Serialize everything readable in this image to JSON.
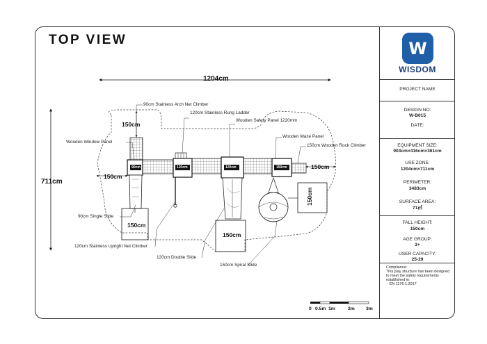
{
  "title": "TOP VIEW",
  "brand": {
    "name": "WISDOM",
    "logo_letter": "W",
    "color": "#1f5fa8"
  },
  "dimensions": {
    "width": "1204cm",
    "height": "711cm"
  },
  "clearances": {
    "top": "150cm",
    "left": "150cm",
    "right": "150cm",
    "slide_box": "150cm",
    "double_slide_box": "150cm",
    "spiral_box": "150cm"
  },
  "tower_tags": [
    "90cm",
    "120cm",
    "120cm",
    "150cm"
  ],
  "labels": {
    "arch_net": "90cm Stainless Arch Net Climber",
    "rung_ladder": "120cm Stainless Rung Ladder",
    "safety_panel": "Wooden Safety Panel 1220mm",
    "window_panel": "Wooden Window Panel",
    "maze_panel": "Wooden Maze Panel",
    "rock_climber": "150cm Wooden Rock Climber",
    "single_slide": "90cm Single Slide",
    "upright_net": "120cm Stainless Upright Net Climber",
    "double_slide": "120cm Double Slide",
    "spiral_slide": "150cm Spiral Slide"
  },
  "project": {
    "project_name_label": "PROJECT NAME",
    "design_no_label": "DESIGN NO:",
    "design_no": "W-B015",
    "date_label": "DATE:",
    "equipment_size_label": "EQUIPMENT SIZE:",
    "equipment_size": "903cm×416cm×361cm",
    "use_zone_label": "USE ZONE:",
    "use_zone": "1204cm×711cm",
    "perimeter_label": "PERIMETER:",
    "perimeter": "3483cm",
    "surface_area_label": "SURFACE AREA:",
    "surface_area": "71㎡",
    "fall_height_label": "FALL HEIGHT:",
    "fall_height": "150cm",
    "age_group_label": "AGE GROUP:",
    "age_group": "3+",
    "user_capacity_label": "USER CAPACITY:",
    "user_capacity": "25-29"
  },
  "compliance": {
    "heading": "Compliance:",
    "text": "This play structure has been designed to meet the safety requirements established in:",
    "standard": "EN 1176-1:2017"
  },
  "scale_bar": [
    "0",
    "0.5m",
    "1m",
    "2m",
    "3m"
  ]
}
